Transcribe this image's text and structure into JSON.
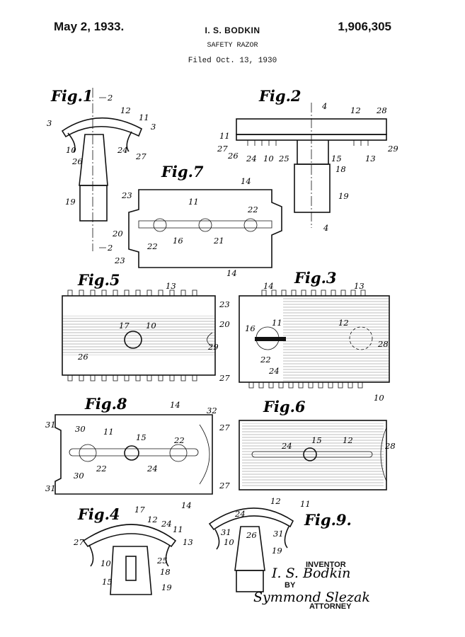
{
  "header": {
    "date": "May 2, 1933.",
    "inventor_name": "I. S. BODKIN",
    "patent_number": "1,906,305",
    "title": "SAFETY RAZOR",
    "filed": "Filed Oct. 13, 1930"
  },
  "figures": {
    "fig1": {
      "label": "Fig.1",
      "refs": [
        "2",
        "12",
        "11",
        "3",
        "3",
        "10",
        "24",
        "27",
        "26",
        "19",
        "2"
      ]
    },
    "fig2": {
      "label": "Fig.2",
      "refs": [
        "4",
        "12",
        "28",
        "11",
        "27",
        "26",
        "24",
        "10",
        "25",
        "15",
        "13",
        "29",
        "18",
        "19",
        "4"
      ]
    },
    "fig7": {
      "label": "Fig.7",
      "refs": [
        "14",
        "23",
        "11",
        "22",
        "20",
        "22",
        "16",
        "21",
        "23",
        "14"
      ]
    },
    "fig5": {
      "label": "Fig.5",
      "refs": [
        "13",
        "17",
        "10",
        "26",
        "29"
      ]
    },
    "fig3": {
      "label": "Fig.3",
      "refs": [
        "14",
        "13",
        "23",
        "11",
        "12",
        "20",
        "16",
        "28",
        "22",
        "24",
        "27",
        "10"
      ]
    },
    "fig8": {
      "label": "Fig.8",
      "refs": [
        "14",
        "32",
        "31",
        "30",
        "11",
        "15",
        "22",
        "22",
        "24",
        "30",
        "31",
        "14"
      ]
    },
    "fig6": {
      "label": "Fig.6",
      "refs": [
        "27",
        "24",
        "15",
        "12",
        "28",
        "27"
      ]
    },
    "fig4": {
      "label": "Fig.4",
      "refs": [
        "17",
        "12",
        "24",
        "11",
        "27",
        "13",
        "25",
        "10",
        "18",
        "15",
        "19"
      ]
    },
    "fig9": {
      "label": "Fig.9.",
      "refs": [
        "12",
        "11",
        "24",
        "31",
        "26",
        "31",
        "10",
        "19"
      ]
    }
  },
  "signature": {
    "inventor_label": "INVENTOR",
    "inventor_signature": "I. S. Bodkin",
    "by_label": "BY",
    "attorney_signature": "Symmond Slezak",
    "attorney_label": "ATTORNEY"
  }
}
